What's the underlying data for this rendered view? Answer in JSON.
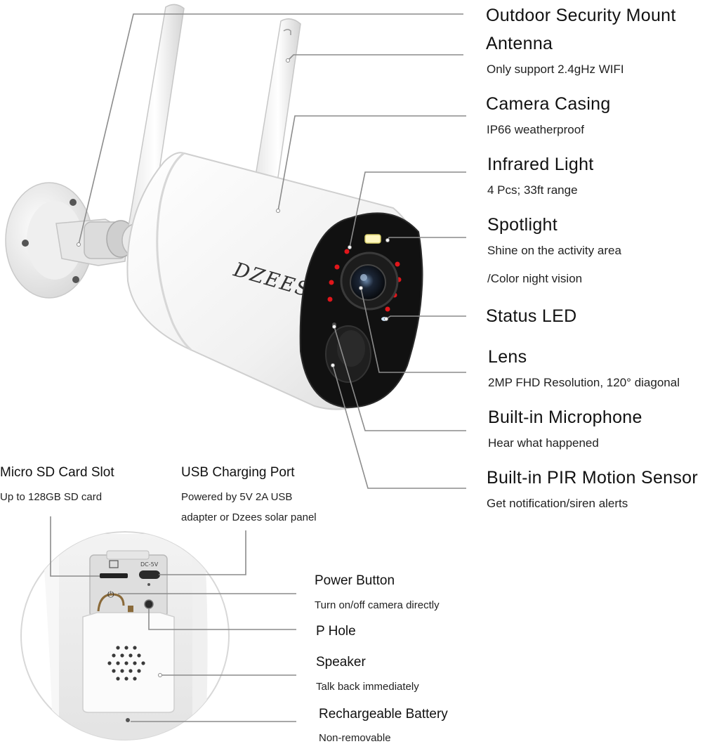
{
  "brand": {
    "logo_text": "DZEES"
  },
  "camera_labels": [
    {
      "title": "Outdoor Security Mount",
      "desc": ""
    },
    {
      "title": "Antenna",
      "desc": "Only support 2.4gHz WIFI"
    },
    {
      "title": "Camera Casing",
      "desc": "IP66 weatherproof"
    },
    {
      "title": "Infrared Light",
      "desc": "4 Pcs; 33ft range"
    },
    {
      "title": "Spotlight",
      "desc": "Shine on the activity area",
      "desc2": "/Color night vision"
    },
    {
      "title": "Status LED",
      "desc": ""
    },
    {
      "title": "Lens",
      "desc": "2MP FHD Resolution, 120° diagonal"
    },
    {
      "title": "Built-in Microphone",
      "desc": "Hear what happened"
    },
    {
      "title": "Built-in PIR Motion Sensor",
      "desc": "Get notification/siren alerts"
    }
  ],
  "bottom_labels": {
    "sd": {
      "title": "Micro SD Card Slot",
      "desc": "Up to 128GB SD card"
    },
    "usb": {
      "title": "USB Charging Port",
      "desc": "Powered by 5V 2A USB",
      "desc2": "adapter or Dzees solar panel"
    },
    "power": {
      "title": "Power Button",
      "desc": "Turn on/off camera directly"
    },
    "phole": {
      "title": "P Hole",
      "desc": ""
    },
    "speaker": {
      "title": "Speaker",
      "desc": "Talk back immediately"
    },
    "battery": {
      "title": "Rechargeable Battery",
      "desc": "Non-removable"
    }
  },
  "port_text": {
    "dc": "DC-5V"
  },
  "colors": {
    "leader_line": "#8c8c8c",
    "ir_led": "#e0161b",
    "camera_face": "#111111",
    "body": "#f6f6f6"
  }
}
